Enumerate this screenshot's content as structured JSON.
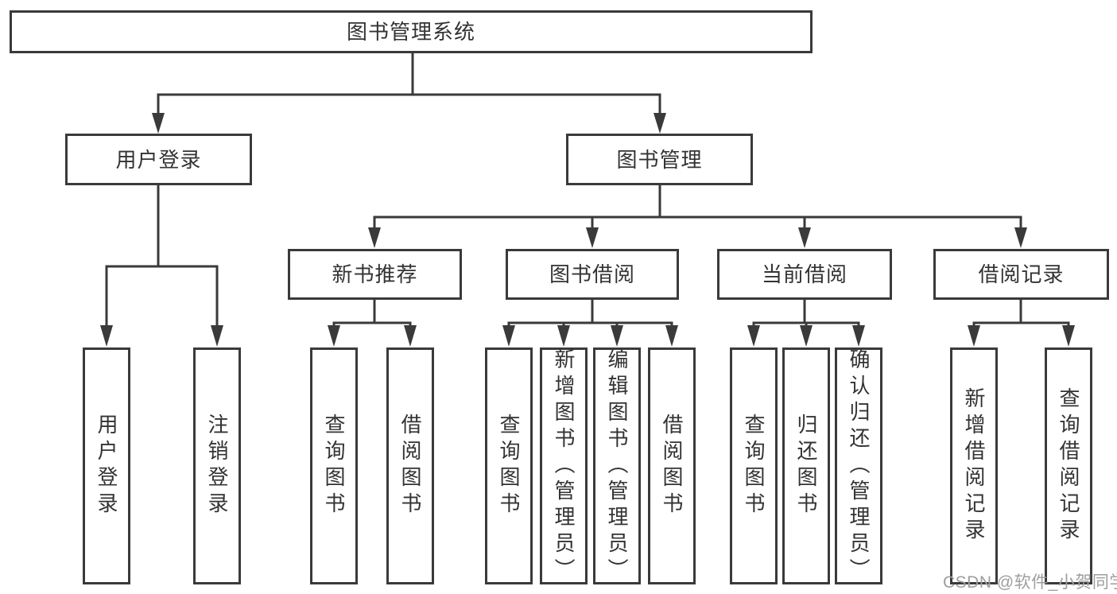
{
  "nodes": {
    "root": {
      "label": "图书管理系统"
    },
    "level2": [
      {
        "label": "用户登录",
        "parent": "图书管理系统"
      },
      {
        "label": "图书管理",
        "parent": "图书管理系统"
      }
    ],
    "level3": [
      {
        "label": "新书推荐",
        "parent": "图书管理"
      },
      {
        "label": "图书借阅",
        "parent": "图书管理"
      },
      {
        "label": "当前借阅",
        "parent": "图书管理"
      },
      {
        "label": "借阅记录",
        "parent": "图书管理"
      }
    ],
    "leaves": [
      {
        "label": "用户登录",
        "parent": "用户登录"
      },
      {
        "label": "注销登录",
        "parent": "用户登录"
      },
      {
        "label": "查询图书",
        "parent": "新书推荐"
      },
      {
        "label": "借阅图书",
        "parent": "新书推荐"
      },
      {
        "label": "查询图书",
        "parent": "图书借阅"
      },
      {
        "label": "新增图书（管理员）",
        "parent": "图书借阅"
      },
      {
        "label": "编辑图书（管理员）",
        "parent": "图书借阅"
      },
      {
        "label": "借阅图书",
        "parent": "图书借阅"
      },
      {
        "label": "查询图书",
        "parent": "当前借阅"
      },
      {
        "label": "归还图书",
        "parent": "当前借阅"
      },
      {
        "label": "确认归还（管理员）",
        "parent": "当前借阅"
      },
      {
        "label": "新增借阅记录",
        "parent": "借阅记录"
      },
      {
        "label": "查询借阅记录",
        "parent": "借阅记录"
      }
    ]
  },
  "watermark": {
    "text": "CSDN @软件_小贺同学"
  },
  "colors": {
    "line": "#3a3a3a",
    "text": "#333333",
    "box_background": "#ffffff",
    "background": "#ffffff",
    "watermark": "#9e9e9e"
  }
}
